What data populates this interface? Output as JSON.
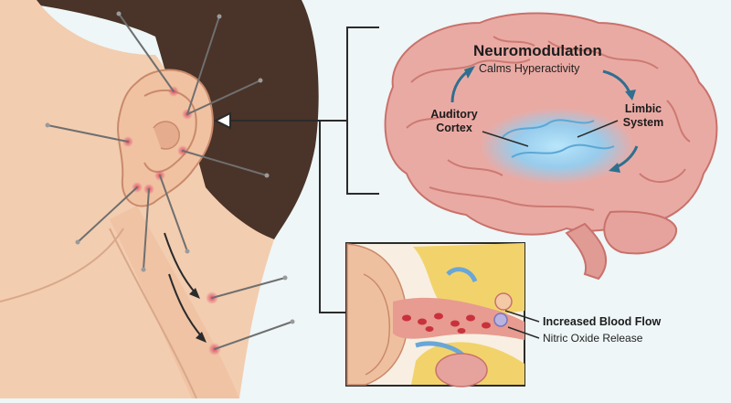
{
  "brain": {
    "title": "Neuromodulation",
    "subtitle": "Calms Hyperactivity",
    "auditory_label": "Auditory Cortex",
    "limbic_label": "Limbic System"
  },
  "inset": {
    "label_bold": "Increased Blood Flow",
    "label_regular": "Nitric Oxide Release"
  },
  "colors": {
    "background": "#eef6f7",
    "skin": "#f3cdb0",
    "hair": "#4a3328",
    "brain": "#eaaaa4",
    "brain_glow": "#8fd0f4",
    "arrow": "#2f6f8f",
    "needle": "#6f6f6f",
    "acupoint": "#e0506a"
  }
}
